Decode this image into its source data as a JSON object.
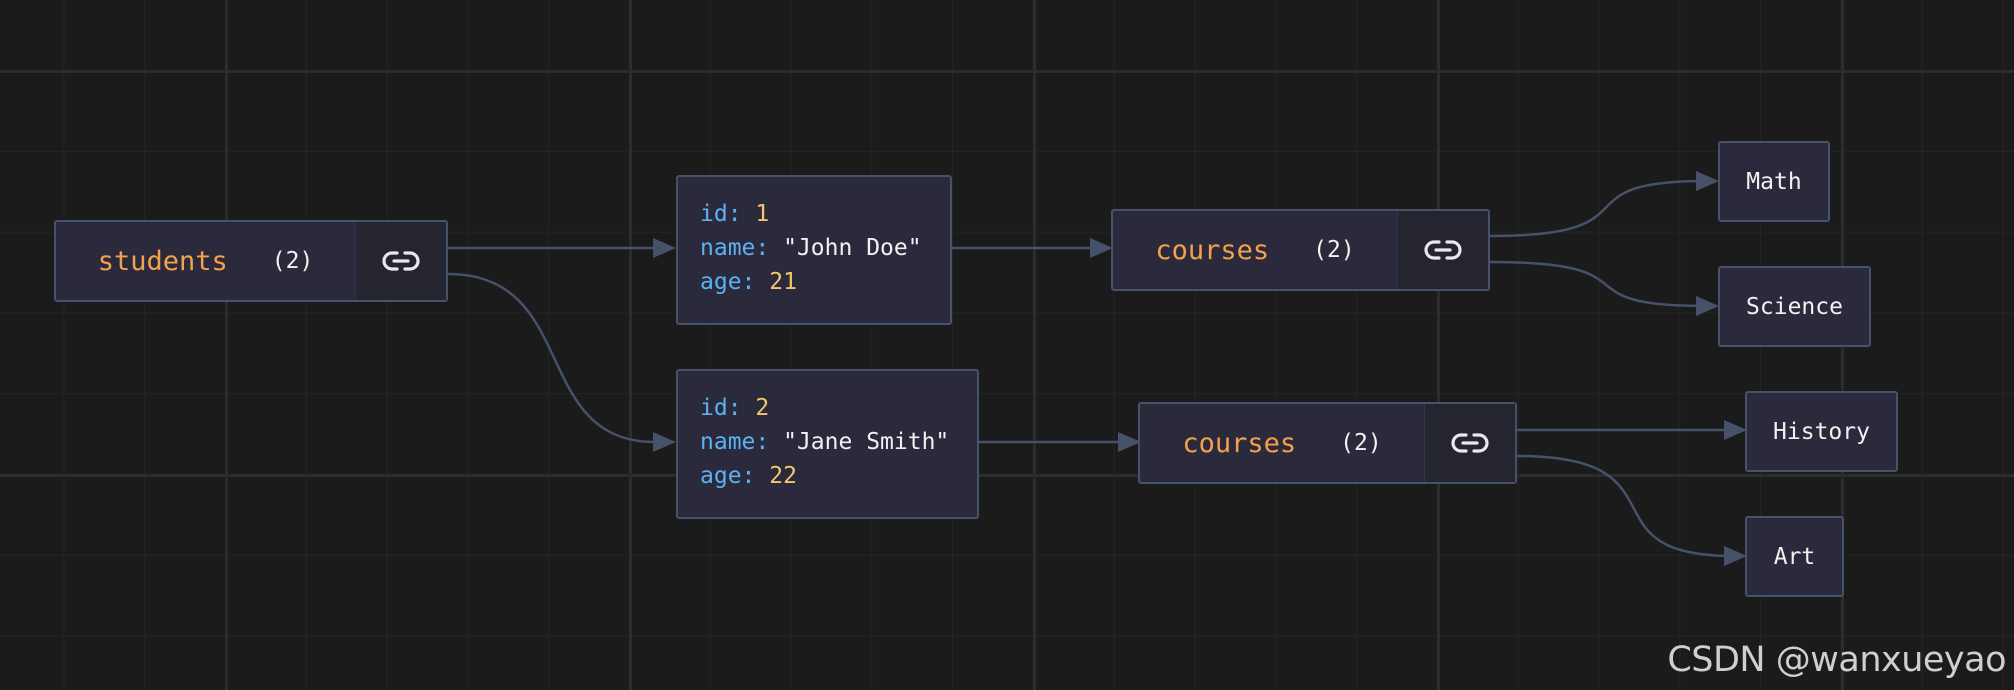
{
  "colors": {
    "background": "#1b1b1b",
    "node_fill": "#2a2a3c",
    "node_border": "#46526a",
    "edge": "#46526a",
    "array_key": "#f5a04b",
    "object_key": "#5bb1f2",
    "number_value": "#f3c66a",
    "text": "#f1f1f1"
  },
  "root": {
    "key": "students",
    "count": "(2)",
    "icon": "link-icon"
  },
  "students": [
    {
      "fields": [
        {
          "key": "id:",
          "value": "1",
          "type": "number"
        },
        {
          "key": "name:",
          "value": "\"John Doe\"",
          "type": "string"
        },
        {
          "key": "age:",
          "value": "21",
          "type": "number"
        }
      ],
      "courses": {
        "key": "courses",
        "count": "(2)",
        "icon": "link-icon",
        "items": [
          "Math",
          "Science"
        ]
      }
    },
    {
      "fields": [
        {
          "key": "id:",
          "value": "2",
          "type": "number"
        },
        {
          "key": "name:",
          "value": "\"Jane Smith\"",
          "type": "string"
        },
        {
          "key": "age:",
          "value": "22",
          "type": "number"
        }
      ],
      "courses": {
        "key": "courses",
        "count": "(2)",
        "icon": "link-icon",
        "items": [
          "History",
          "Art"
        ]
      }
    }
  ],
  "watermark": "CSDN @wanxueyao"
}
